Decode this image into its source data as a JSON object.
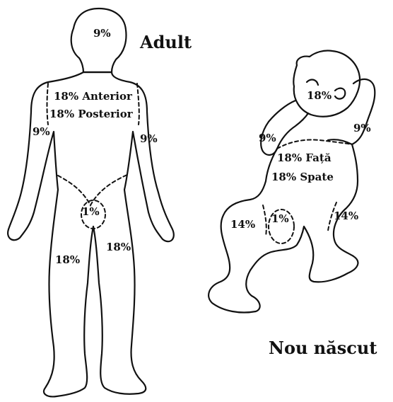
{
  "adult": {
    "title": "Adult",
    "head": "9%",
    "trunk_front": "18% Anterior",
    "trunk_back": "18% Posterior",
    "arm_left": "9%",
    "arm_right": "9%",
    "genital": "1%",
    "leg_left": "18%",
    "leg_right": "18%"
  },
  "newborn": {
    "title": "Nou născut",
    "head": "18%",
    "arm_left": "9%",
    "arm_right": "9%",
    "trunk_front": "18% Față",
    "trunk_back": "18% Spate",
    "genital": "1%",
    "leg_left": "14%",
    "leg_right": "14%"
  },
  "colors": {
    "ink": "#111111",
    "background": "#ffffff"
  }
}
